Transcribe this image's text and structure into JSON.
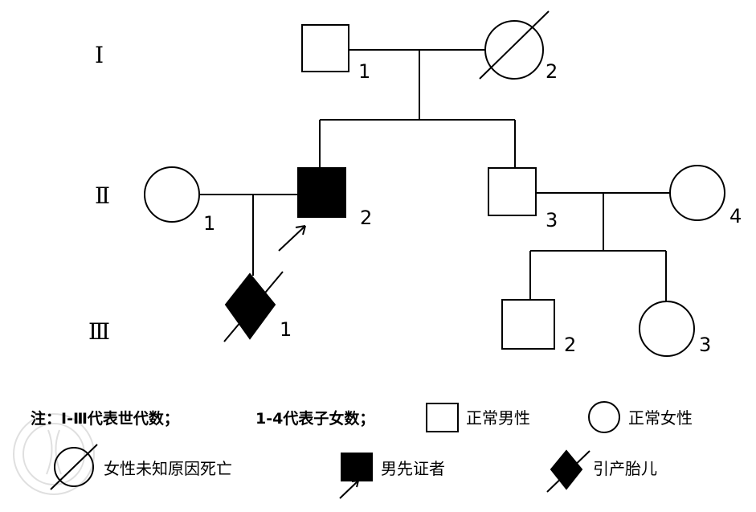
{
  "generations": {
    "g1": "Ⅰ",
    "g2": "Ⅱ",
    "g3": "Ⅲ"
  },
  "members": {
    "i1": "1",
    "i2": "2",
    "ii1": "1",
    "ii2": "2",
    "ii3": "3",
    "ii4": "4",
    "iii1": "1",
    "iii2": "2",
    "iii3": "3"
  },
  "legend": {
    "note": "注：Ⅰ-Ⅲ代表世代数；",
    "children_note": "1-4代表子女数；",
    "normal_male": "正常男性",
    "normal_female": "正常女性",
    "female_unknown_death": "女性未知原因死亡",
    "male_proband": "男先证者",
    "induced_abortion": "引产胎儿"
  },
  "colors": {
    "line": "#000000",
    "fill": "#000000",
    "background": "#ffffff"
  }
}
